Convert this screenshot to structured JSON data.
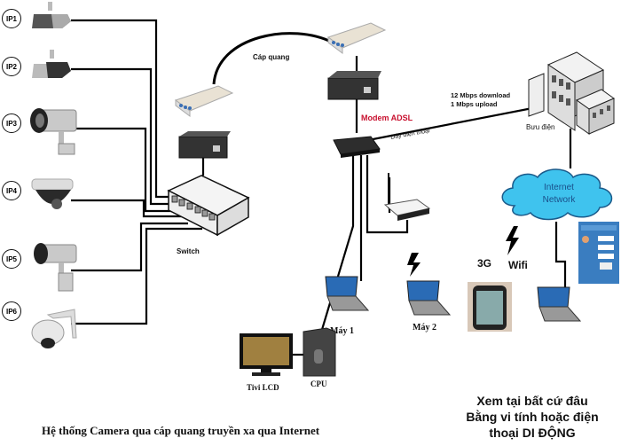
{
  "cameras": [
    {
      "id": "IP1",
      "type": "box-camera"
    },
    {
      "id": "IP2",
      "type": "box-camera"
    },
    {
      "id": "IP3",
      "type": "bullet-camera"
    },
    {
      "id": "IP4",
      "type": "dome-camera"
    },
    {
      "id": "IP5",
      "type": "bullet-camera"
    },
    {
      "id": "IP6",
      "type": "ptz-camera"
    }
  ],
  "labels": {
    "switch": "Switch",
    "fiber_cable": "Cáp quang",
    "modem": "Modem ADSL",
    "phone_line": "Dây điện thoại",
    "bandwidth_download": "12 Mbps download",
    "bandwidth_upload": "1 Mbps upload",
    "post_office": "Bưu điện",
    "internet_line1": "Internet",
    "internet_line2": "Network",
    "pc1": "Máy 1",
    "pc2": "Máy 2",
    "tv": "Tivi LCD",
    "cpu": "CPU",
    "mobile_3g": "3G",
    "wifi": "Wifi"
  },
  "footer": {
    "caption": "Hệ thống Camera qua cáp quang truyền xa qua Internet",
    "slogan_line1": "Xem tại bất cứ đâu",
    "slogan_line2": "Bằng vi tính hoặc điện",
    "slogan_line3": "thoại DI ĐỘNG"
  },
  "colors": {
    "modem_label": "#c8102e",
    "cloud": "#3fc3ee",
    "cloud_text": "#1a4f8a"
  }
}
